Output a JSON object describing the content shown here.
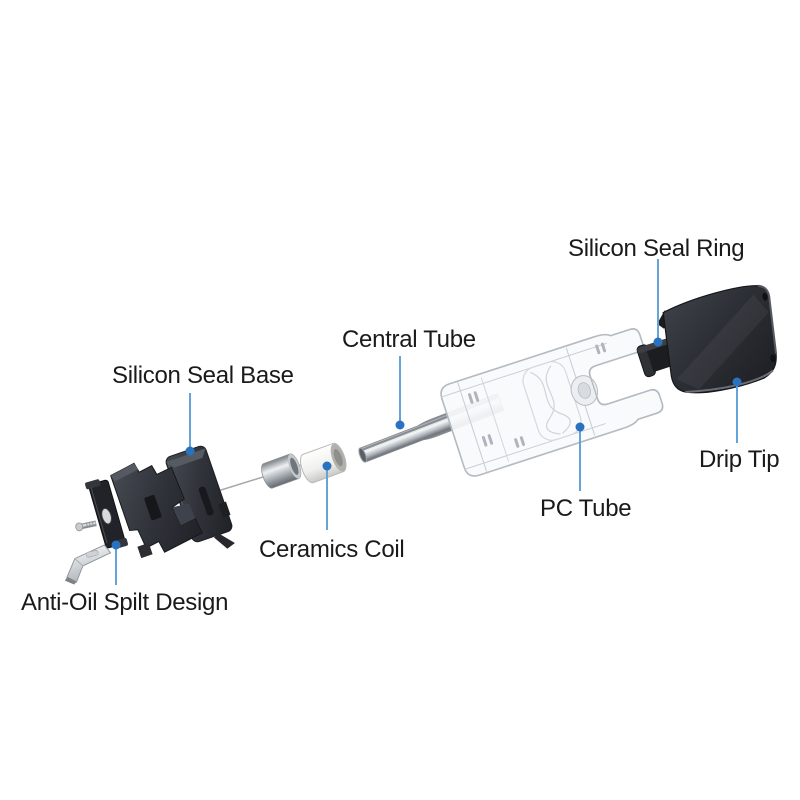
{
  "diagram": {
    "kind": "exploded-parts-diagram",
    "background_color": "#ffffff",
    "text_color": "#1a1a1a",
    "leader_line_color": "#66a3d8",
    "leader_dot_color": "#2a72c0",
    "labels": [
      {
        "id": "silicon-seal-ring",
        "text": "Silicon Seal Ring"
      },
      {
        "id": "central-tube",
        "text": "Central Tube"
      },
      {
        "id": "silicon-seal-base",
        "text": "Silicon Seal Base"
      },
      {
        "id": "drip-tip",
        "text": "Drip Tip"
      },
      {
        "id": "pc-tube",
        "text": "PC Tube"
      },
      {
        "id": "ceramics-coil",
        "text": "Ceramics Coil"
      },
      {
        "id": "anti-oil-spilt-design",
        "text": "Anti-Oil Spilt Design"
      }
    ],
    "parts": [
      {
        "name": "drip-tip",
        "color": "#2f3237"
      },
      {
        "name": "silicon-seal-ring",
        "color": "#26282c"
      },
      {
        "name": "pod-shell-pc-tube",
        "color": "#f5f7f8"
      },
      {
        "name": "central-tube",
        "color": "#c6cbd0"
      },
      {
        "name": "ceramics-coil",
        "color": "#f2f2f0"
      },
      {
        "name": "metal-sleeve",
        "color": "#d9dde0"
      },
      {
        "name": "silicon-seal-base",
        "color": "#33363c"
      },
      {
        "name": "base-bracket",
        "color": "#33363c"
      },
      {
        "name": "anti-oil-plate",
        "color": "#24262b"
      },
      {
        "name": "screw",
        "color": "#b9bec3"
      },
      {
        "name": "anti-oil-clip",
        "color": "#d6d9dc"
      }
    ]
  }
}
